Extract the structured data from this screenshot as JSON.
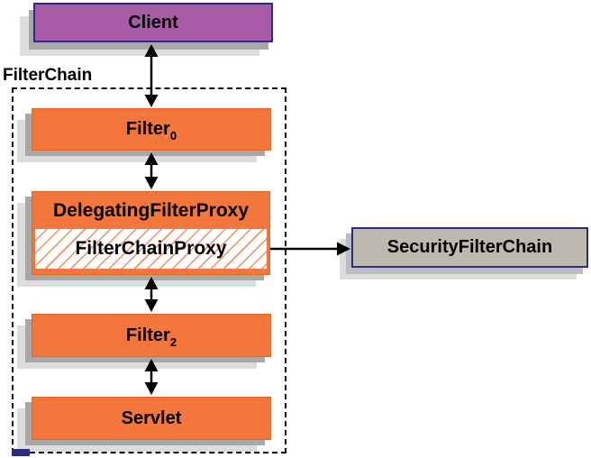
{
  "labels": {
    "filter_chain": "FilterChain"
  },
  "nodes": {
    "client": {
      "label": "Client"
    },
    "filter0": {
      "label": "Filter",
      "subscript": "0"
    },
    "delegating_filter_proxy": {
      "label": "DelegatingFilterProxy"
    },
    "filter_chain_proxy": {
      "label": "FilterChainProxy"
    },
    "security_filter_chain": {
      "label": "SecurityFilterChain"
    },
    "filter2": {
      "label": "Filter",
      "subscript": "2"
    },
    "servlet": {
      "label": "Servlet"
    }
  },
  "colors": {
    "purple": "#A85CA6",
    "orange": "#F3763C",
    "orange_border": "#E4661F",
    "orange_hatch": "#F28E5E",
    "gray_fill": "#BDB9AE",
    "navy_border": "#2B2B85",
    "shadow_dark": "#A8A8A8",
    "shadow_mid": "#BDBDBD",
    "shadow_light": "#DCDCDC",
    "arrow": "#000000"
  }
}
